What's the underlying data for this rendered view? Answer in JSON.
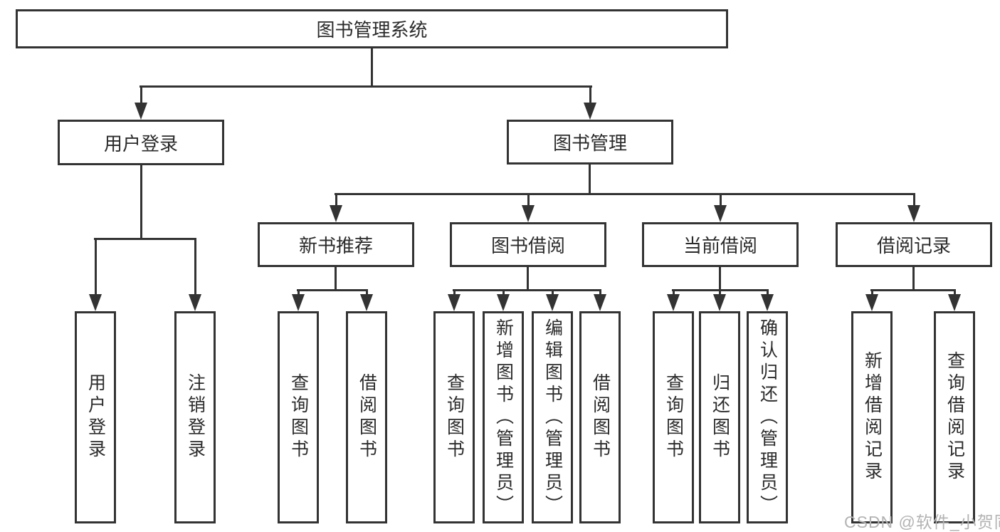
{
  "tree": {
    "root": {
      "label": "图书管理系统",
      "children": [
        {
          "label": "用户登录",
          "children": [
            {
              "label": "用户登录"
            },
            {
              "label": "注销登录"
            }
          ]
        },
        {
          "label": "图书管理",
          "children": [
            {
              "label": "新书推荐",
              "children": [
                {
                  "label": "查询图书"
                },
                {
                  "label": "借阅图书"
                }
              ]
            },
            {
              "label": "图书借阅",
              "children": [
                {
                  "label": "查询图书"
                },
                {
                  "label": "新增图书（管理员）"
                },
                {
                  "label": "编辑图书（管理员）"
                },
                {
                  "label": "借阅图书"
                }
              ]
            },
            {
              "label": "当前借阅",
              "children": [
                {
                  "label": "查询图书"
                },
                {
                  "label": "归还图书"
                },
                {
                  "label": "确认归还（管理员）"
                }
              ]
            },
            {
              "label": "借阅记录",
              "children": [
                {
                  "label": "新增借阅记录"
                },
                {
                  "label": "查询借阅记录"
                }
              ]
            }
          ]
        }
      ]
    }
  },
  "watermark": {
    "text": "CSDN @软件_小贺同学"
  },
  "colors": {
    "line": "#333333",
    "text": "#2b2b2b",
    "background": "#ffffff",
    "watermark": "#b3b3b3"
  }
}
